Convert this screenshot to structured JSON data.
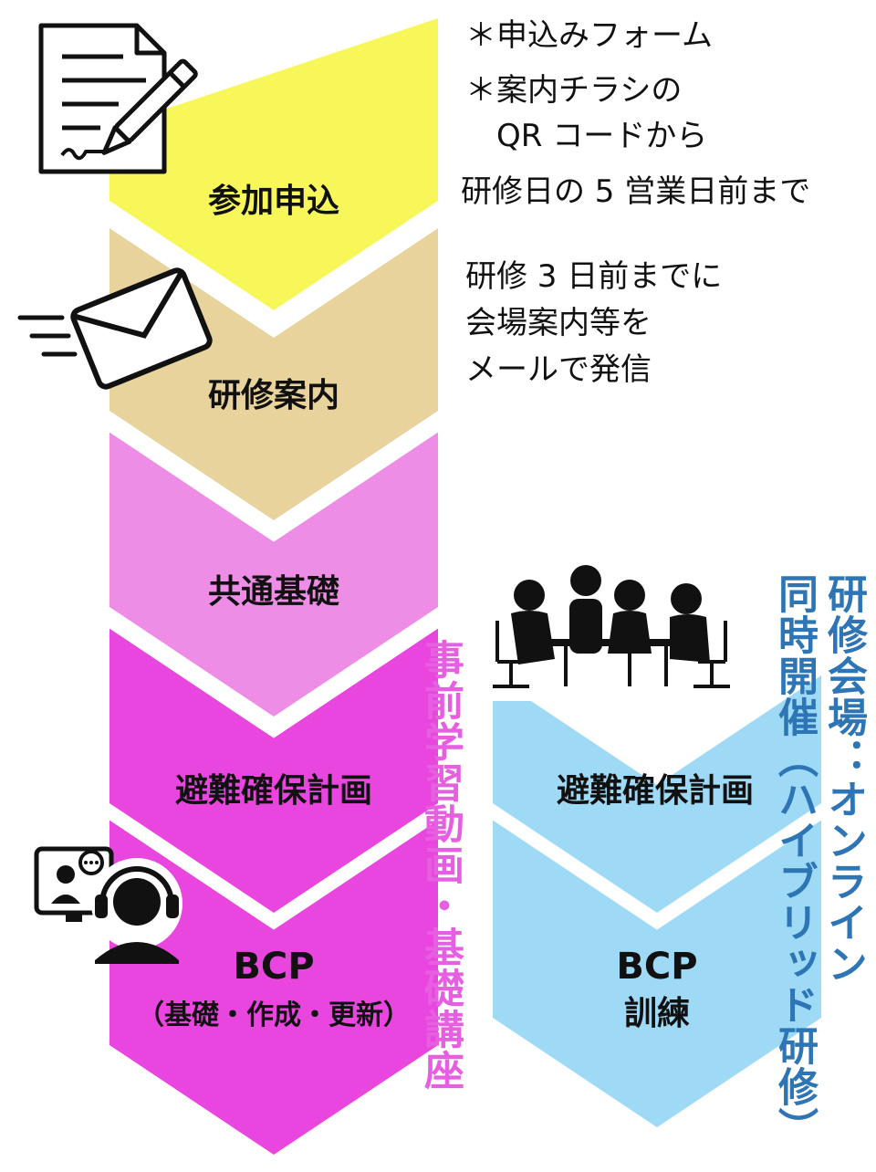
{
  "steps": {
    "apply": "参加申込",
    "guide": "研修案内",
    "basics": "共通基礎",
    "evac_left": "避難確保計画",
    "bcp_left_1": "BCP",
    "bcp_left_2": "（基礎・作成・更新）",
    "evac_right": "避難確保計画",
    "bcp_right_1": "BCP",
    "bcp_right_2": "訓練"
  },
  "notes": {
    "apply_lines": [
      "＊申込みフォーム",
      "＊案内チラシの",
      "　QR コードから",
      "研修日の 5 営業日前まで"
    ],
    "guide_lines": [
      "研修 3 日前までに",
      "会場案内等を",
      "メールで発信"
    ]
  },
  "vertical": {
    "video_course": "事前学習動画・基礎講座",
    "venue_col1": "研修会場：オンライン",
    "venue_col2": "同時開催（ハイブリッド研修）"
  },
  "colors": {
    "yellow": "#f8f75a",
    "tan": "#e8d39c",
    "light_pink": "#ee8de6",
    "magenta": "#e946df",
    "light_blue": "#9ed9f5",
    "pink_text": "#e65fe0",
    "blue_text": "#2e75b6"
  },
  "icons": [
    "form-pen-icon",
    "envelope-icon",
    "meeting-people-icon",
    "online-support-icon"
  ]
}
